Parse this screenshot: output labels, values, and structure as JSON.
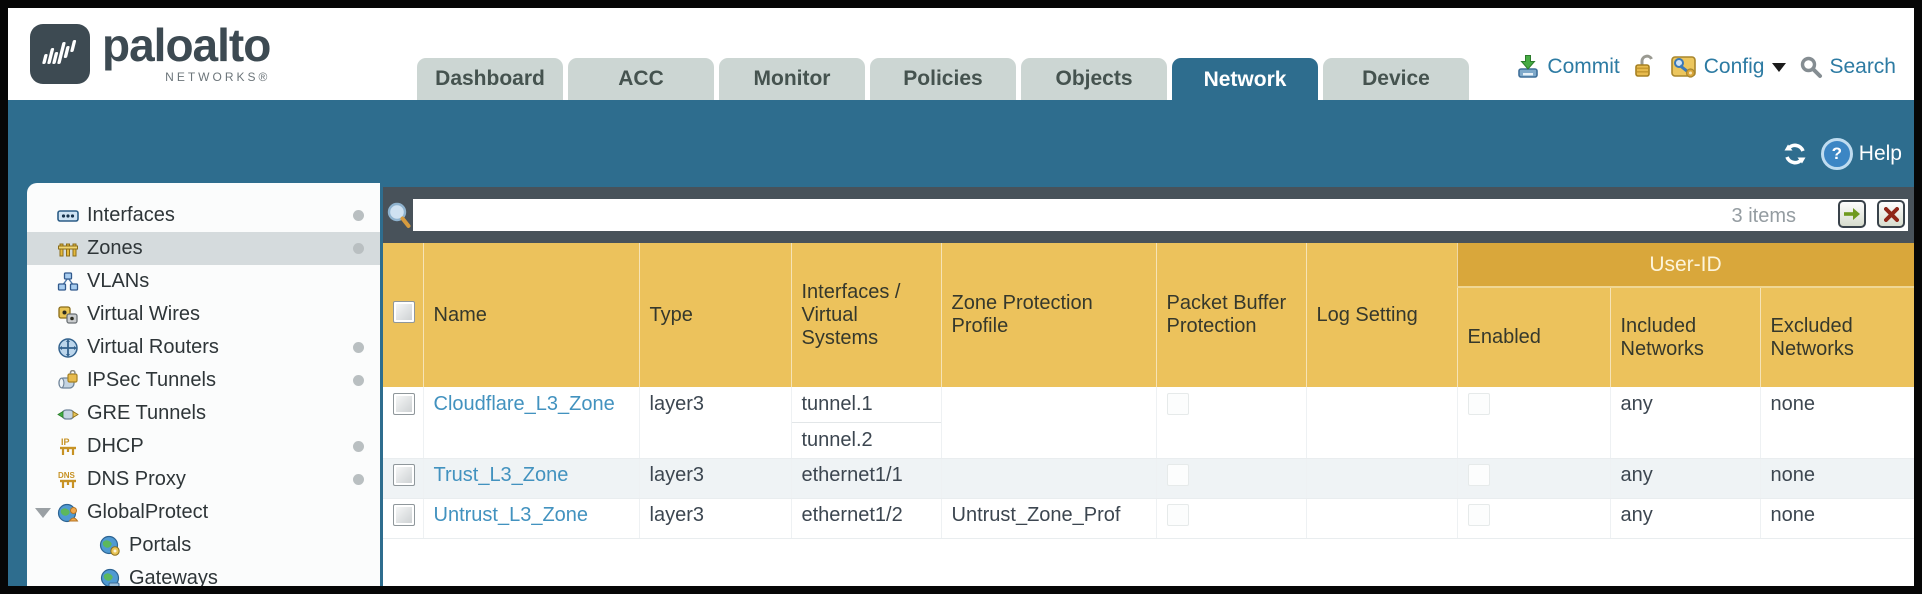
{
  "brand": {
    "name": "paloalto",
    "tagline": "NETWORKS®"
  },
  "nav": {
    "tabs": [
      {
        "label": "Dashboard",
        "active": false
      },
      {
        "label": "ACC",
        "active": false
      },
      {
        "label": "Monitor",
        "active": false
      },
      {
        "label": "Policies",
        "active": false
      },
      {
        "label": "Objects",
        "active": false
      },
      {
        "label": "Network",
        "active": true
      },
      {
        "label": "Device",
        "active": false
      }
    ]
  },
  "actions": {
    "commit": "Commit",
    "config": "Config",
    "search": "Search"
  },
  "band": {
    "help": "Help"
  },
  "filter": {
    "value": "",
    "count": "3 items"
  },
  "sidebar": {
    "items": [
      {
        "label": "Interfaces",
        "dot": true
      },
      {
        "label": "Zones",
        "dot": true,
        "selected": true
      },
      {
        "label": "VLANs",
        "dot": false
      },
      {
        "label": "Virtual Wires",
        "dot": false
      },
      {
        "label": "Virtual Routers",
        "dot": true
      },
      {
        "label": "IPSec Tunnels",
        "dot": true
      },
      {
        "label": "GRE Tunnels",
        "dot": false
      },
      {
        "label": "DHCP",
        "dot": true
      },
      {
        "label": "DNS Proxy",
        "dot": true
      },
      {
        "label": "GlobalProtect",
        "dot": false,
        "expanded": true
      },
      {
        "label": "Portals",
        "dot": false,
        "child": true
      },
      {
        "label": "Gateways",
        "dot": false,
        "child": true
      }
    ]
  },
  "table": {
    "group_header": "User-ID",
    "columns": [
      "Name",
      "Type",
      "Interfaces / Virtual Systems",
      "Zone Protection Profile",
      "Packet Buffer Protection",
      "Log Setting",
      "Enabled",
      "Included Networks",
      "Excluded Networks"
    ],
    "rows": [
      {
        "name": "Cloudflare_L3_Zone",
        "type": "layer3",
        "interfaces": [
          "tunnel.1",
          "tunnel.2"
        ],
        "zone_protection_profile": "",
        "log_setting": "",
        "included_networks": "any",
        "excluded_networks": "none"
      },
      {
        "name": "Trust_L3_Zone",
        "type": "layer3",
        "interfaces": [
          "ethernet1/1"
        ],
        "zone_protection_profile": "",
        "log_setting": "",
        "included_networks": "any",
        "excluded_networks": "none"
      },
      {
        "name": "Untrust_L3_Zone",
        "type": "layer3",
        "interfaces": [
          "ethernet1/2"
        ],
        "zone_protection_profile": "Untrust_Zone_Prof",
        "log_setting": "",
        "included_networks": "any",
        "excluded_networks": "none"
      }
    ]
  },
  "colors": {
    "teal": "#2e6d8e",
    "header_gold": "#ecc25c",
    "group_gold": "#d9a73b",
    "link_blue": "#4292bf"
  }
}
